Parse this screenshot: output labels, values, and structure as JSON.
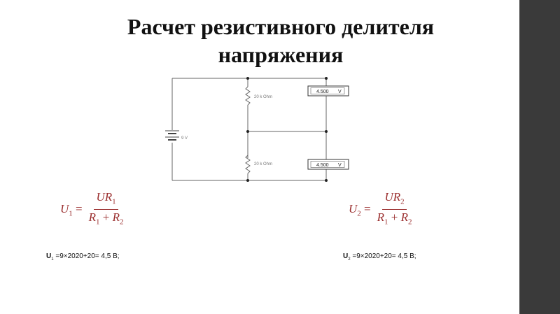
{
  "slide": {
    "title_line1": "Расчет резистивного делителя",
    "title_line2": "напряжения"
  },
  "circuit": {
    "battery_label": "9 V",
    "resistor1_label": "20 k Ohm",
    "resistor2_label": "20 k Ohm",
    "voltmeter1_value": "4.500",
    "voltmeter1_unit": "V",
    "voltmeter2_value": "4.500",
    "voltmeter2_unit": "V"
  },
  "formulas": {
    "f1": {
      "lhs_sym": "U",
      "lhs_sub": "1",
      "eq": "=",
      "num_sym": "UR",
      "num_sub": "1",
      "den_a": "R",
      "den_a_sub": "1",
      "den_plus": " + ",
      "den_b": "R",
      "den_b_sub": "2"
    },
    "f2": {
      "lhs_sym": "U",
      "lhs_sub": "2",
      "eq": "=",
      "num_sym": "UR",
      "num_sub": "2",
      "den_a": "R",
      "den_a_sub": "1",
      "den_plus": " + ",
      "den_b": "R",
      "den_b_sub": "2"
    }
  },
  "calculations": {
    "c1": {
      "sym": "U",
      "sub": "1",
      "text": " =9×2020+20= 4,5 В;"
    },
    "c2": {
      "sym": "U",
      "sub": "2",
      "text": " =9×2020+20= 4,5 В;"
    }
  },
  "colors": {
    "formula": "#9b2f2f",
    "sidebar": "#3a3a3a",
    "wire": "#666666"
  }
}
